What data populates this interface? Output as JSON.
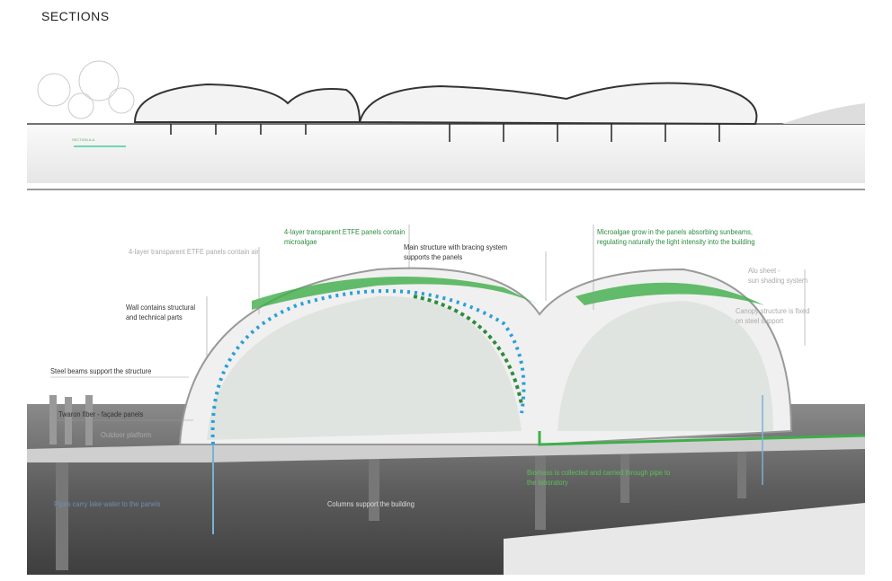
{
  "title": "SECTIONS",
  "top_section": {
    "scale_label": "SECTION A-A"
  },
  "annotations": {
    "etfe_air": "4-layer transparent ETFE panels contain air",
    "etfe_algae": "4-layer transparent ETFE panels contain\nmicroalgae",
    "main_structure": "Main structure with bracing system\nsupports the panels",
    "microalgae_grow": "Microalgae grow in the panels absorbing sunbeams,\nregulating naturally the light intensity into the building",
    "alu_sheet": "Alu sheet -\nsun shading system",
    "canopy": "Canopy structure is fixed\non steel support",
    "wall": "Wall contains structural\nand technical parts",
    "steel_beams": "Steel beams support the structure",
    "twaron": "Twaron fiber - façade panels",
    "outdoor": "Outdoor platform",
    "pipes": "Pipes carry lake water to the panels",
    "columns": "Columns support the building",
    "biomass": "Biomass is collected and carried through pipe to\nthe laboratory"
  },
  "colors": {
    "algae_green": "#3fae49",
    "water_blue": "#2a9fd6",
    "lake_grey": "#5a5a5a"
  }
}
